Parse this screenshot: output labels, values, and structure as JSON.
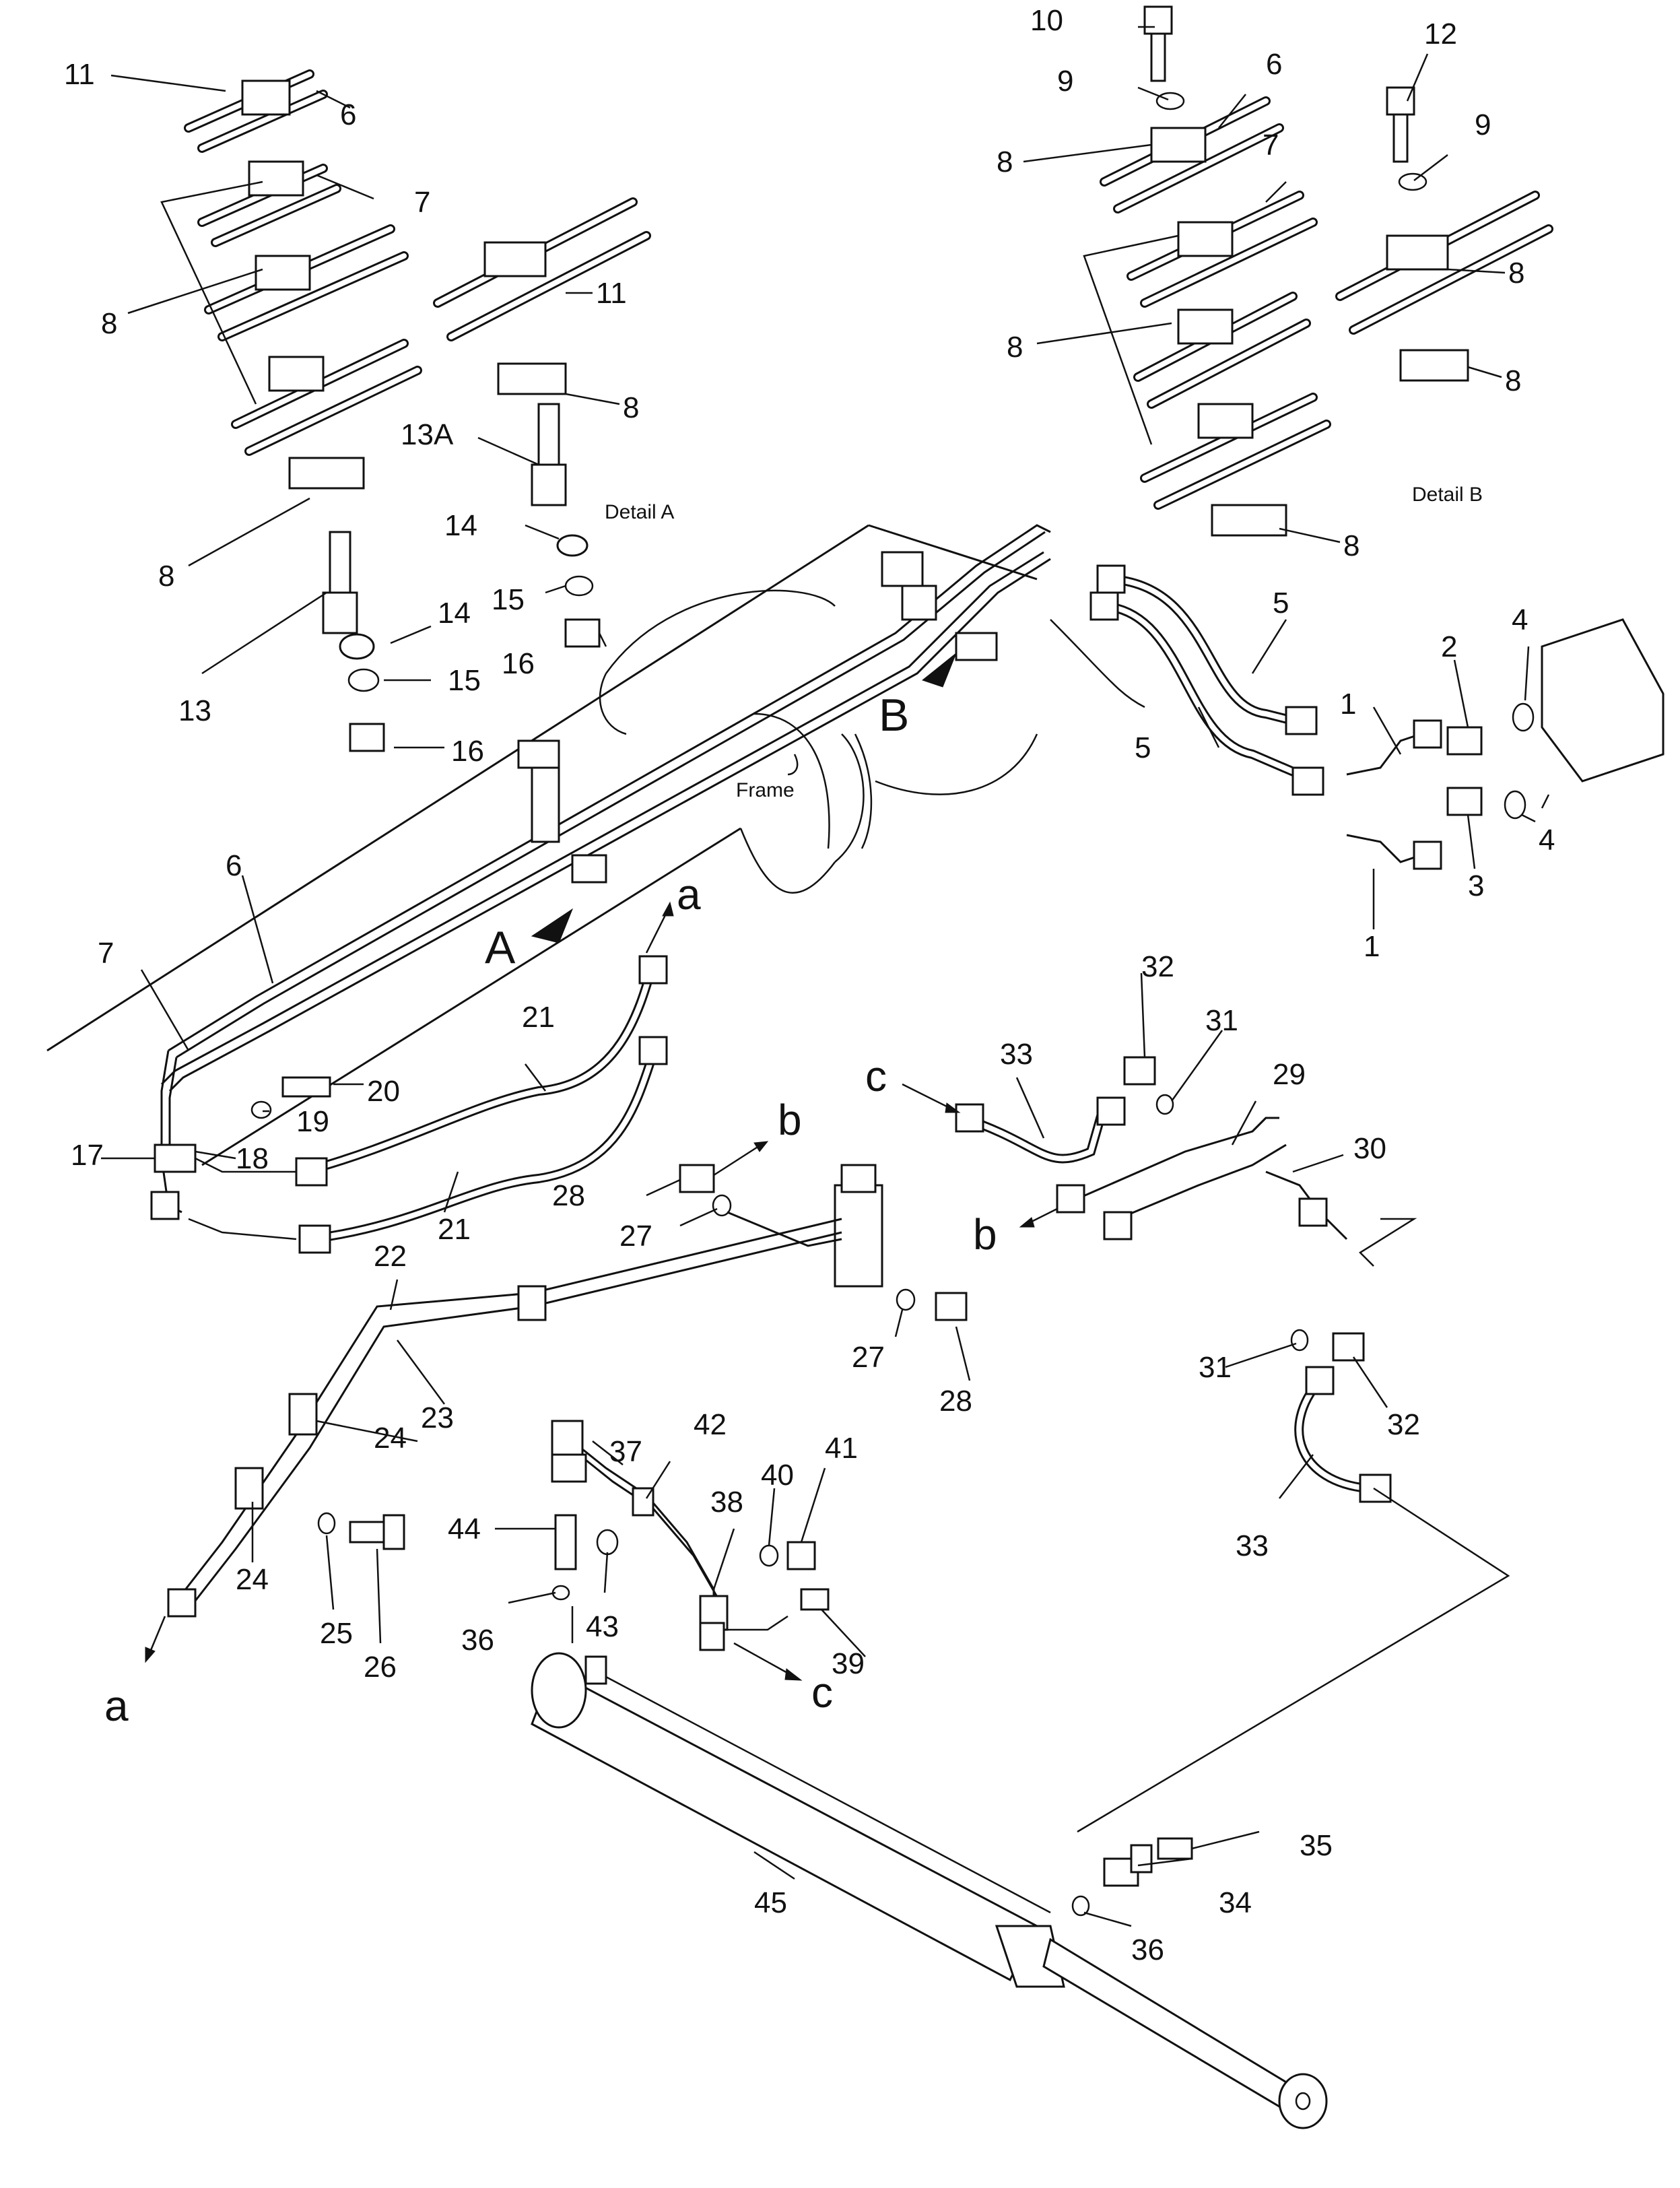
{
  "callouts": [
    "1",
    "2",
    "3",
    "4",
    "5",
    "6",
    "7",
    "8",
    "9",
    "10",
    "11",
    "12",
    "13",
    "13A",
    "14",
    "15",
    "16",
    "17",
    "18",
    "19",
    "20",
    "21",
    "22",
    "23",
    "24",
    "25",
    "26",
    "27",
    "28",
    "29",
    "30",
    "31",
    "32",
    "33",
    "34",
    "35",
    "36",
    "37",
    "38",
    "39",
    "40",
    "41",
    "42",
    "43",
    "44",
    "45"
  ],
  "flow_refs": [
    "a",
    "b",
    "c"
  ],
  "view_refs": [
    "A",
    "B"
  ],
  "captions": {
    "detail_a": "Detail A",
    "detail_b": "Detail B",
    "frame": "Frame"
  }
}
